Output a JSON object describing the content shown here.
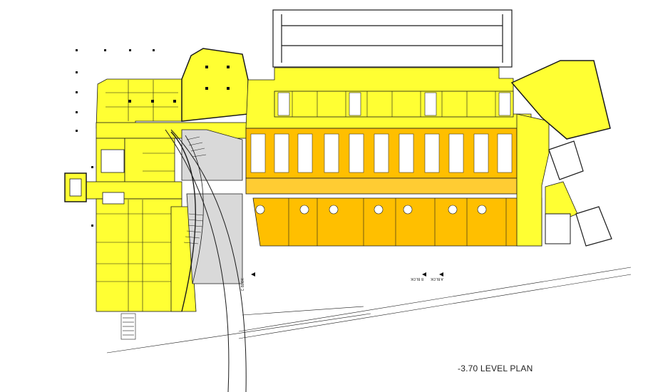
{
  "plan": {
    "title": "-3.70 LEVEL PLAN",
    "block_labels": [
      "C BLOK",
      "B BLOK",
      "A BLOK"
    ]
  },
  "colors": {
    "yellow": "#ffff33",
    "orange": "#ffbf00",
    "light_orange": "#ffcc33",
    "gray": "#d9d9d9",
    "line": "#1a1a1a"
  }
}
